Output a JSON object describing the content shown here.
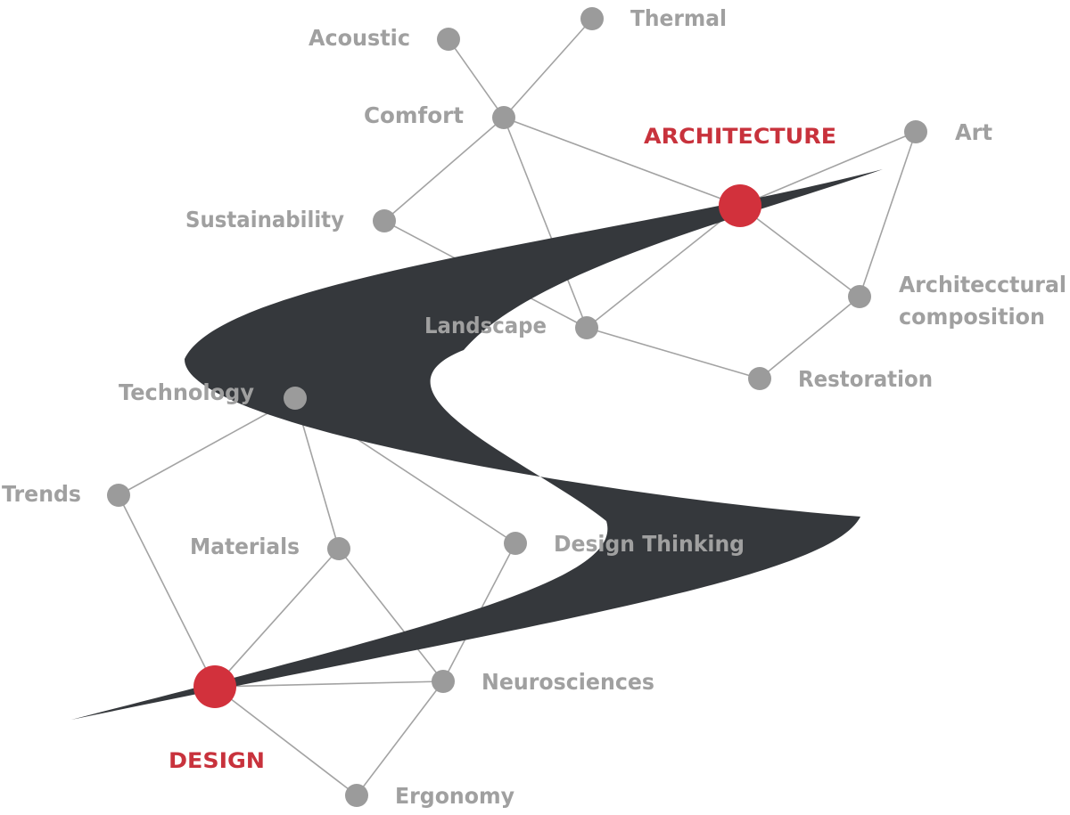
{
  "hubs": {
    "architecture": "ARCHITECTURE",
    "design": "DESIGN"
  },
  "nodes": {
    "thermal": "Thermal",
    "acoustic": "Acoustic",
    "comfort": "Comfort",
    "art": "Art",
    "sustainability": "Sustainability",
    "architectural_composition_line1": "Architecctural",
    "architectural_composition_line2": "composition",
    "landscape": "Landscape",
    "restoration": "Restoration",
    "technology": "Technology",
    "trends": "Trends",
    "materials": "Materials",
    "design_thinking": "Design Thinking",
    "neurosciences": "Neurosciences",
    "ergonomy": "Ergonomy"
  },
  "colors": {
    "hub": "#d2313c",
    "node": "#9b9b9b",
    "edge": "#a3a3a3",
    "label": "#a0a0a0",
    "ribbon": "#35383c"
  }
}
